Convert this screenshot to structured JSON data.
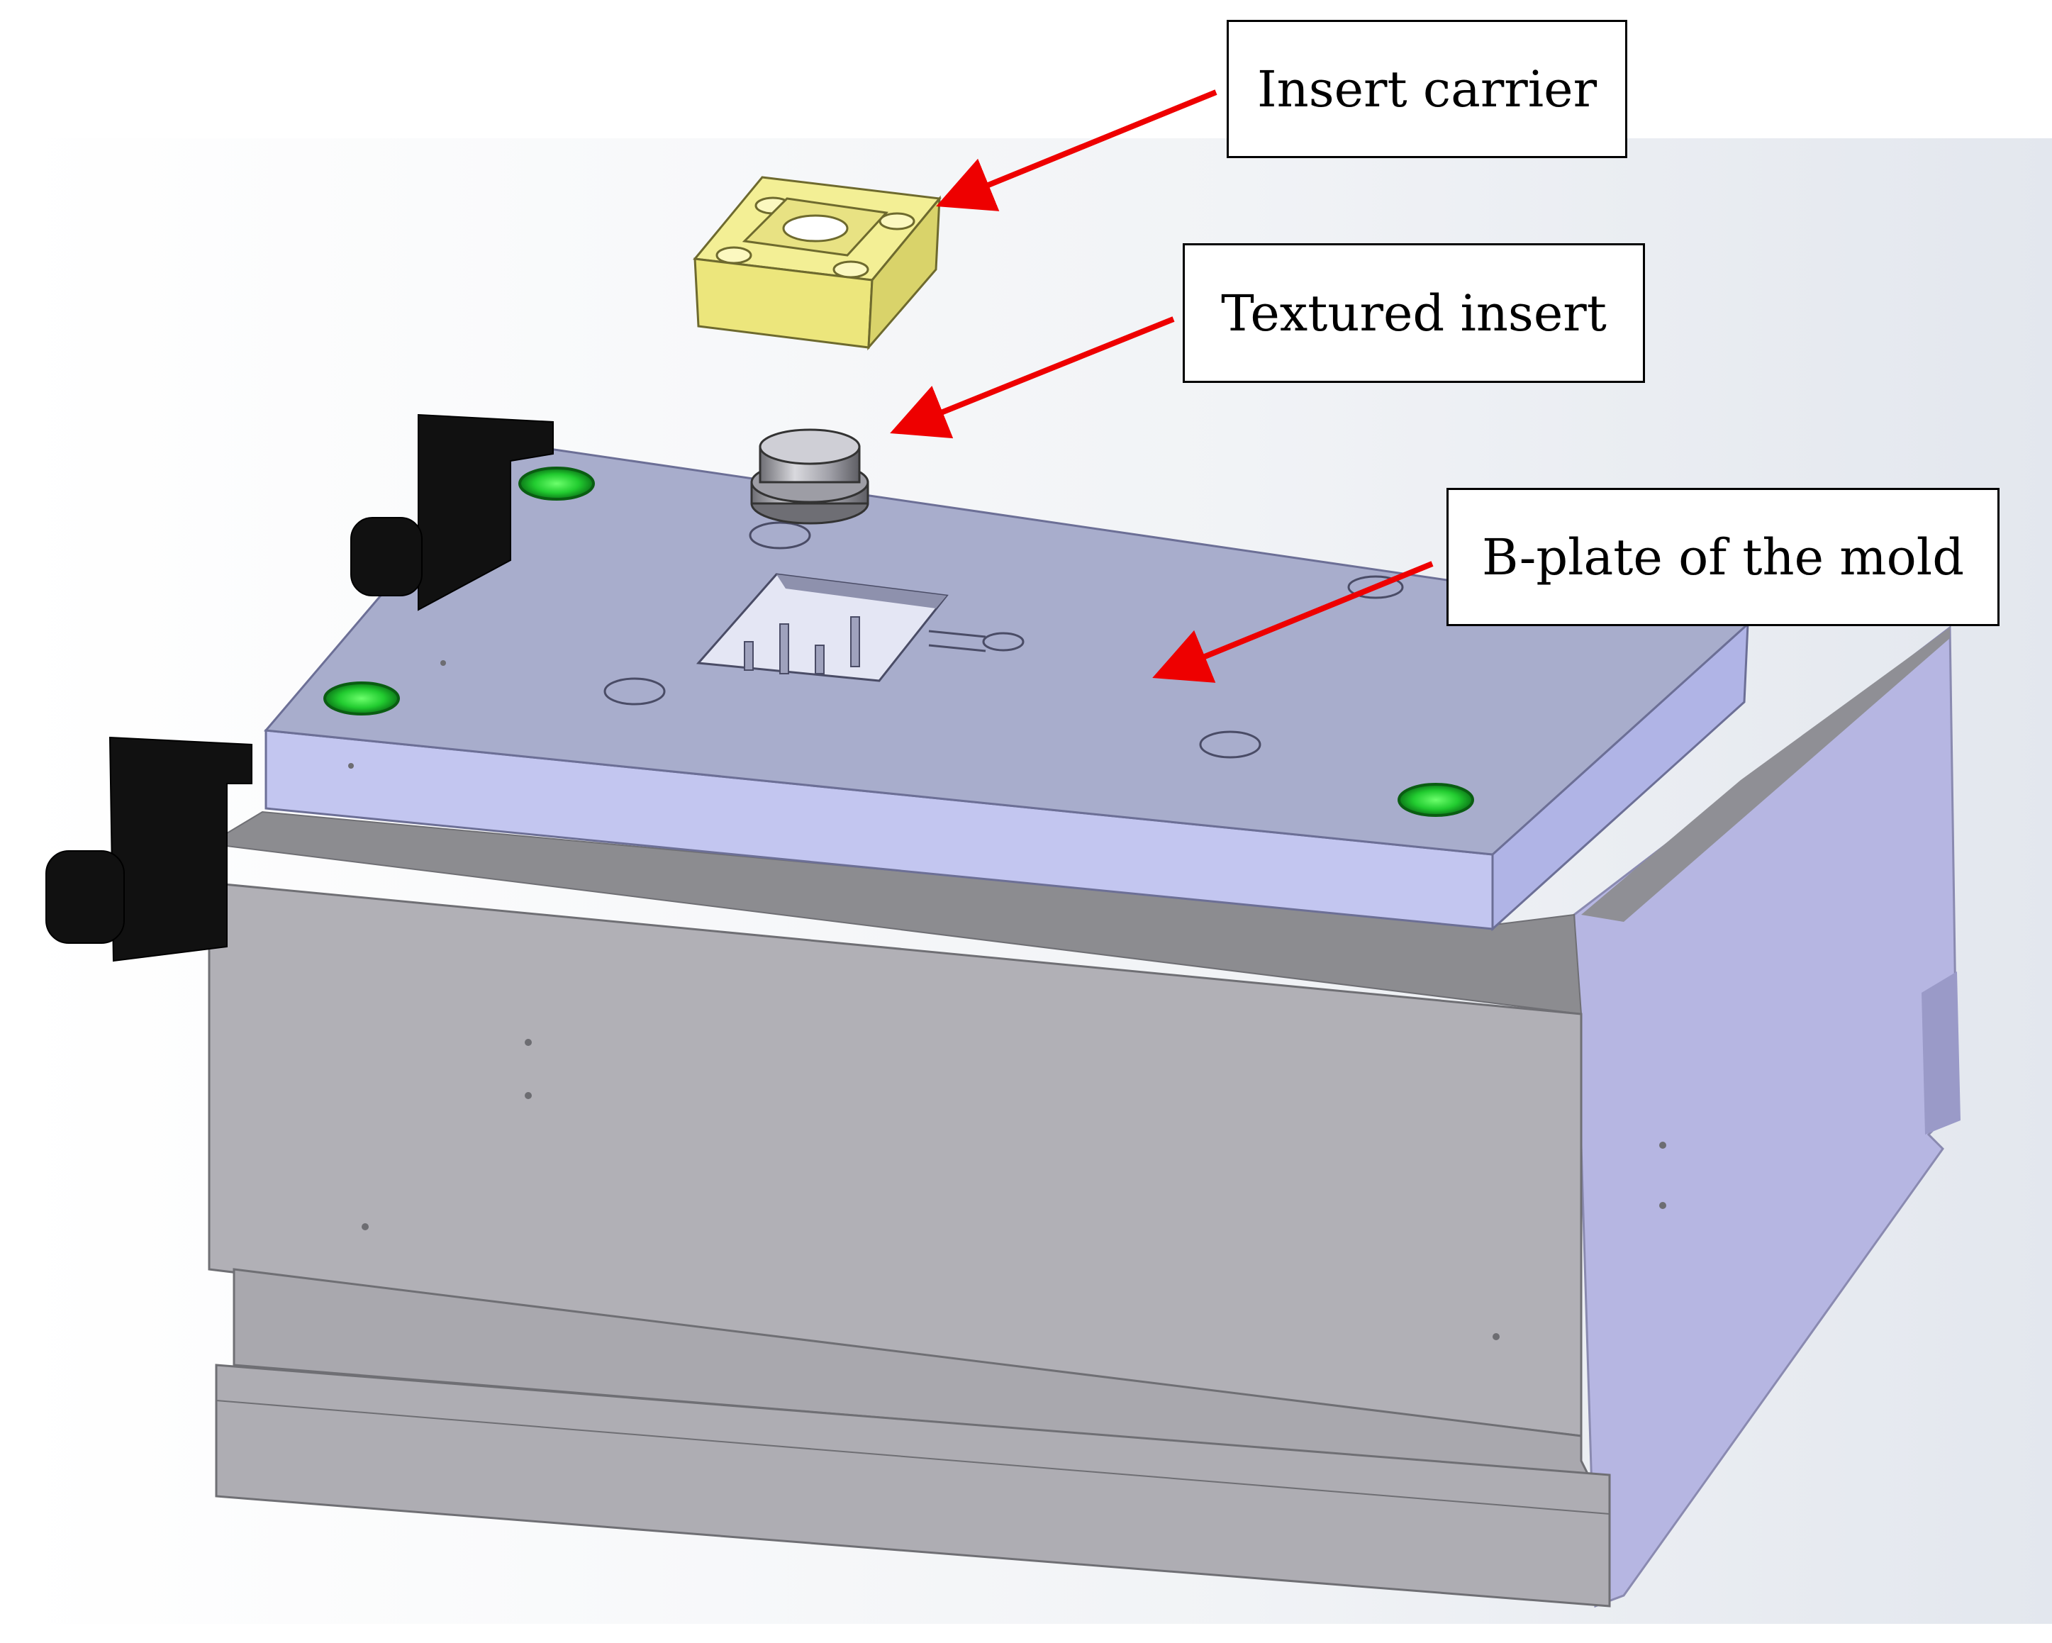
{
  "callouts": {
    "insert_carrier": "Insert carrier",
    "textured_insert": "Textured insert",
    "b_plate": "B-plate of the mold"
  },
  "colors": {
    "arrow": "#ee0000",
    "carrier_yellow": "#f3ef95",
    "plate_top": "#a8adcc",
    "plate_front": "#c2c5ee",
    "mold_side": "#b4b4dc",
    "mold_front": "#b1b0b6",
    "green_bushing": "#2ed23a",
    "connector_black": "#111111"
  }
}
